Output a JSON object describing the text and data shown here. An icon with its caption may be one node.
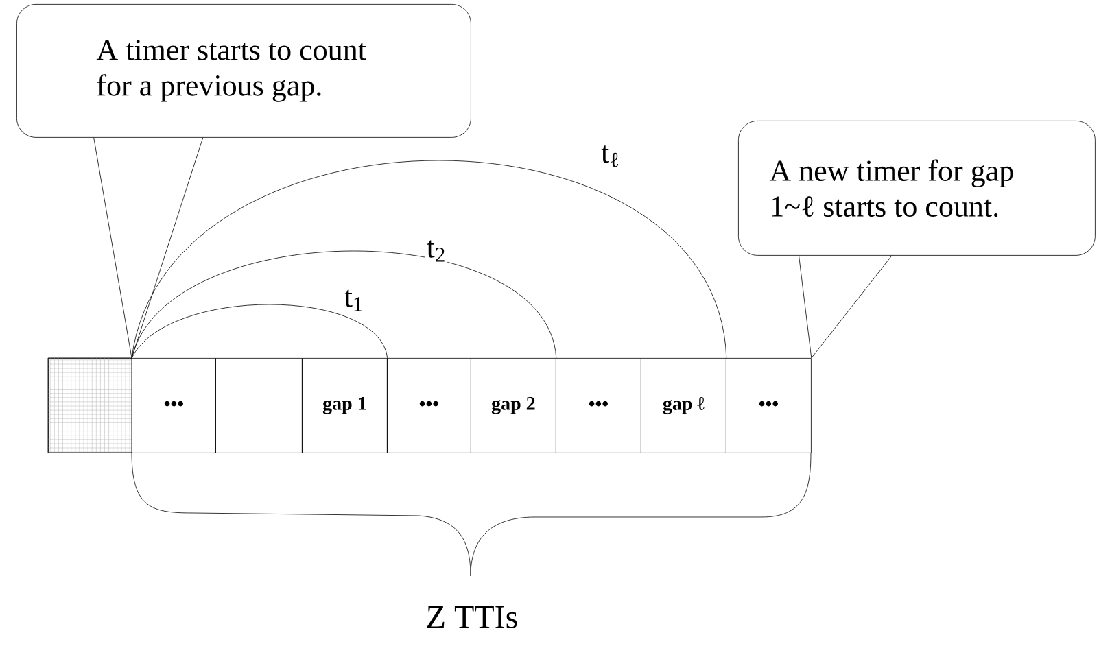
{
  "diagram": {
    "nodes": [
      {
        "text": [
          "A timer starts to count for a previous gap."
        ]
      },
      {
        "text": [
          "A new timer for gap 1~ℓ starts to count."
        ]
      },
      {
        "text": [],
        "shape": "box"
      },
      {
        "text": [
          "•••"
        ]
      },
      {
        "text": [],
        "shape": "box"
      },
      {
        "text": [
          "gap 1"
        ]
      },
      {
        "text": [
          "•••"
        ]
      },
      {
        "text": [
          "gap 2"
        ]
      },
      {
        "text": [
          "•••"
        ]
      },
      {
        "text": [
          "gap ℓ"
        ]
      },
      {
        "text": [
          "•••"
        ]
      }
    ],
    "edges": [
      {
        "from": 0,
        "to": 3,
        "arrow": "none"
      },
      {
        "from": 1,
        "to": 10,
        "arrow": "none"
      },
      {
        "from": 3,
        "to": 5,
        "arrow": "none",
        "label": "t$_{1}$"
      },
      {
        "from": 3,
        "to": 7,
        "arrow": "none",
        "label": "t$_{2}$"
      },
      {
        "from": 3,
        "to": 9,
        "arrow": "none",
        "label": "t$_{ℓ}$"
      }
    ],
    "labels": [
      "Z TTIs"
    ]
  }
}
